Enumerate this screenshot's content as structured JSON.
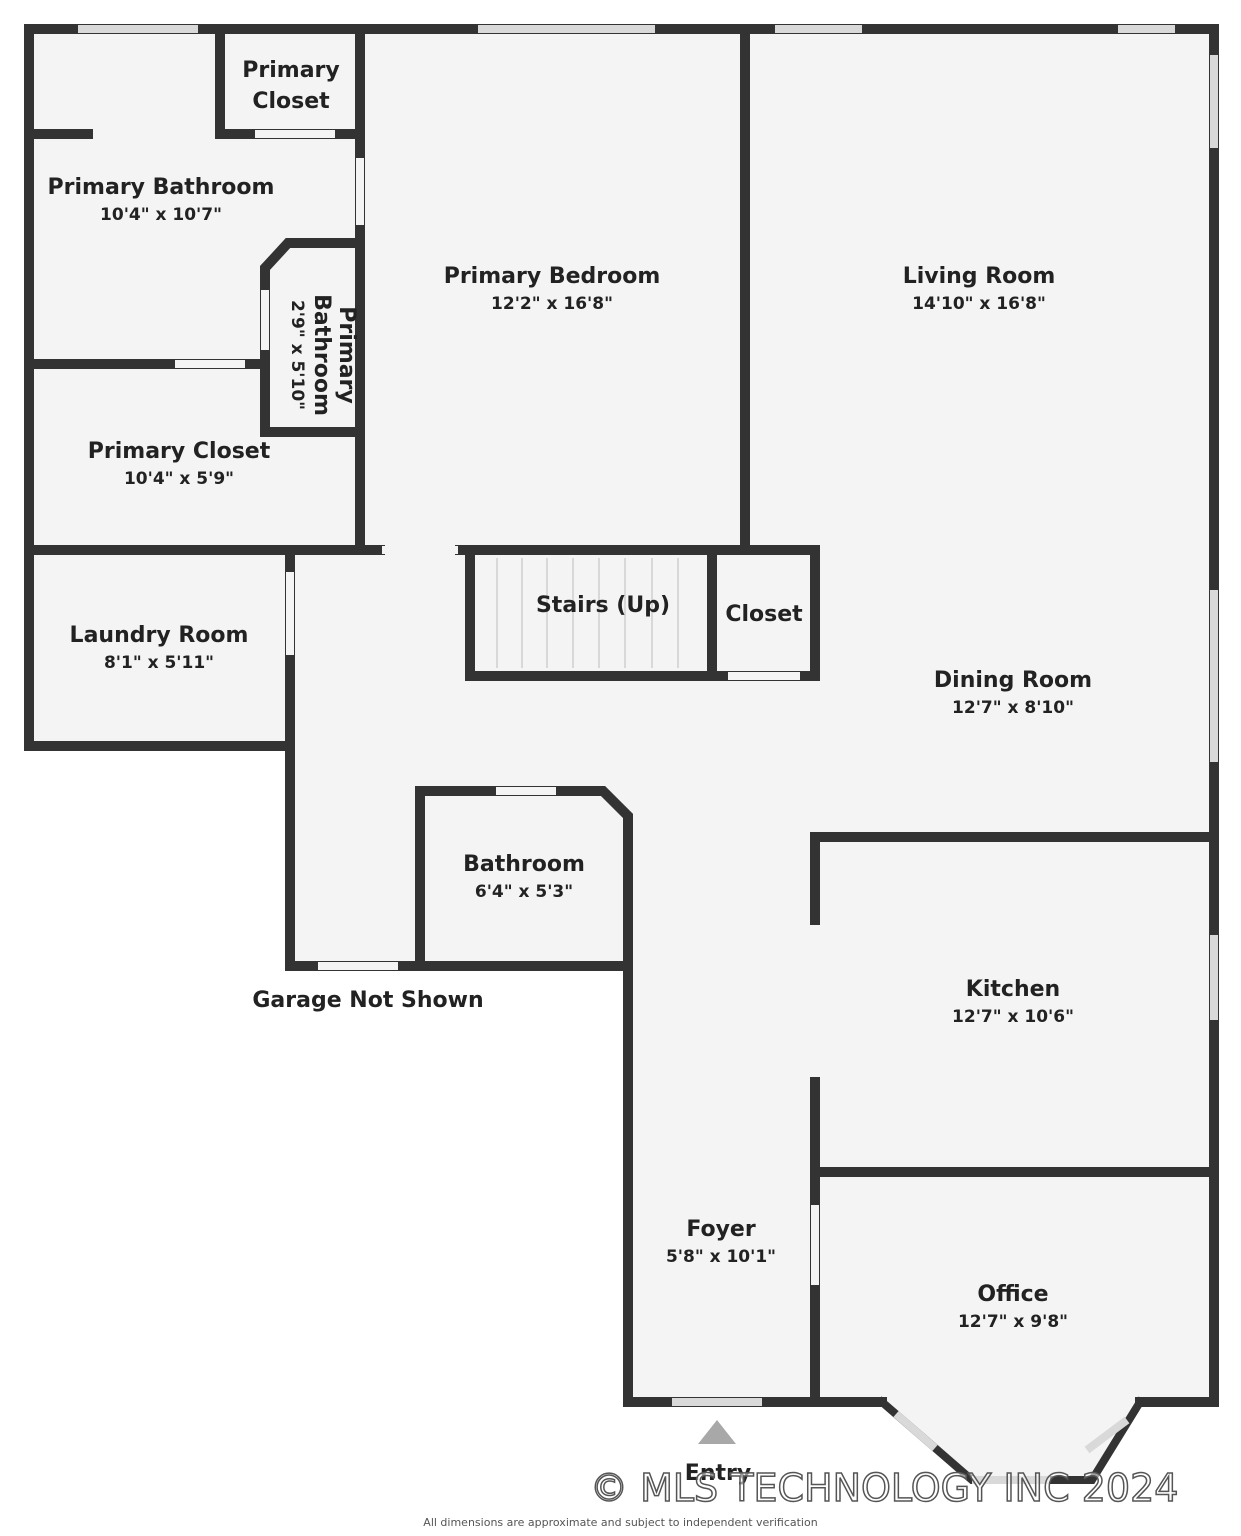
{
  "rooms": {
    "primary_closet_top": {
      "name": "Primary\nCloset",
      "dims": ""
    },
    "primary_bathroom": {
      "name": "Primary Bathroom",
      "dims": "10'4\" x 10'7\""
    },
    "primary_bathroom_small": {
      "name": "Primary\nBathroom",
      "dims": "2'9\" x 5'10\""
    },
    "primary_bedroom": {
      "name": "Primary Bedroom",
      "dims": "12'2\" x 16'8\""
    },
    "living_room": {
      "name": "Living Room",
      "dims": "14'10\" x 16'8\""
    },
    "primary_closet": {
      "name": "Primary Closet",
      "dims": "10'4\" x 5'9\""
    },
    "laundry_room": {
      "name": "Laundry Room",
      "dims": "8'1\" x 5'11\""
    },
    "stairs": {
      "name": "Stairs (Up)"
    },
    "closet": {
      "name": "Closet"
    },
    "dining_room": {
      "name": "Dining Room",
      "dims": "12'7\" x 8'10\""
    },
    "bathroom": {
      "name": "Bathroom",
      "dims": "6'4\" x 5'3\""
    },
    "kitchen": {
      "name": "Kitchen",
      "dims": "12'7\" x 10'6\""
    },
    "foyer": {
      "name": "Foyer",
      "dims": "5'8\" x 10'1\""
    },
    "office": {
      "name": "Office",
      "dims": "12'7\" x 9'8\""
    }
  },
  "notes": {
    "garage": "Garage Not Shown",
    "entry": "Entry",
    "copyright": "© MLS TECHNOLOGY INC 2024",
    "disclaimer": "All dimensions are approximate and subject to independent verification"
  },
  "colors": {
    "wall": "#333333",
    "floor": "#f4f4f4",
    "window": "#d9d9d9",
    "entry_marker": "#a8a8a8"
  }
}
